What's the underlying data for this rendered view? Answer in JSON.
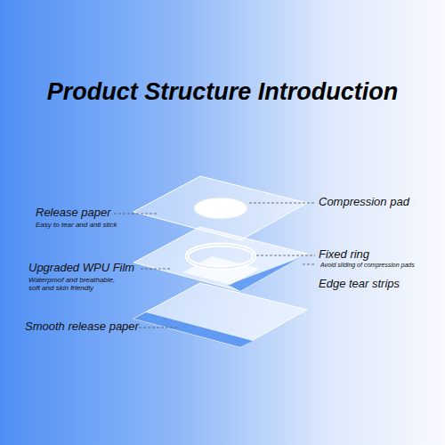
{
  "diagram": {
    "title": "Product Structure Introduction",
    "labels": [
      "Compression pad",
      "Release paper",
      "Easy to tear and anti stick",
      "Fixed ring",
      "Avoid sliding of compression pads",
      "Upgraded WPU Film",
      "Waterproof and breathable, soft and skin friendly",
      "Edge tear strips",
      "Smooth release paper"
    ]
  }
}
